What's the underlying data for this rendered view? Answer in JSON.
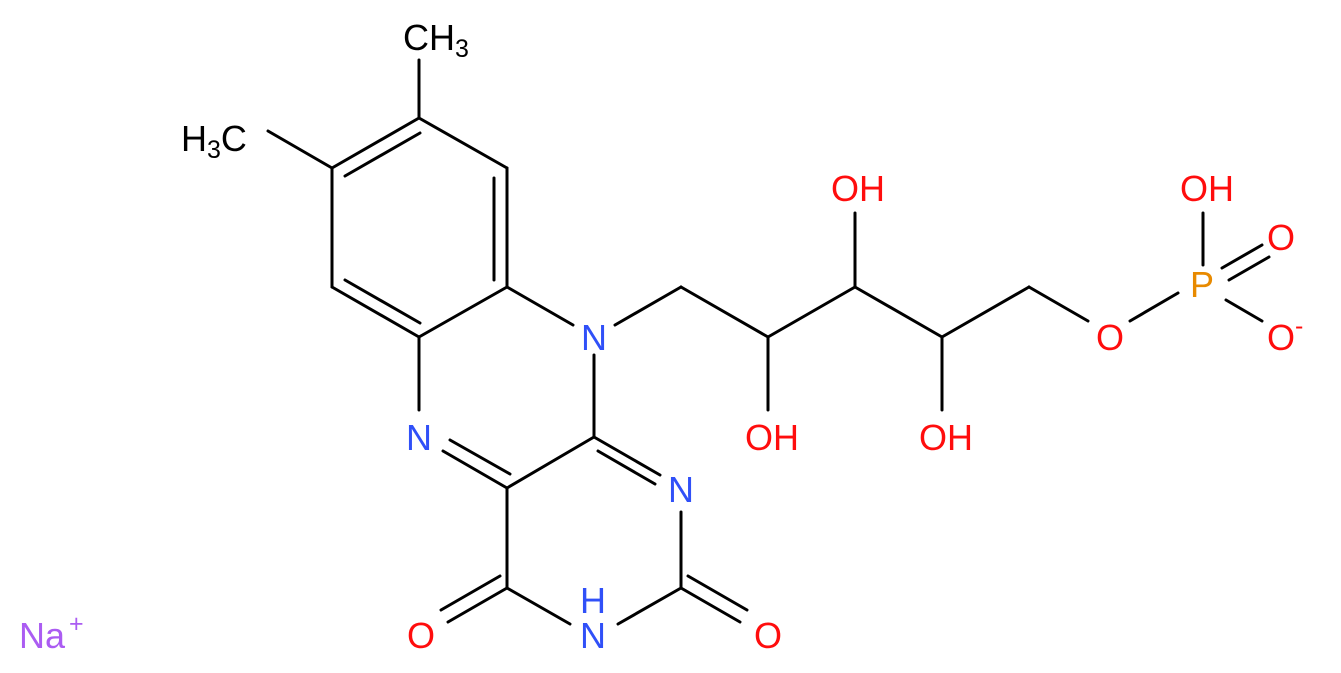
{
  "colors": {
    "carbon_bond": "#000000",
    "nitrogen": "#3050F8",
    "oxygen": "#FF0D0D",
    "phosphorus": "#E88A00",
    "sodium": "#AB5CF2",
    "background": "#FFFFFF"
  },
  "labels": {
    "ch3_top": {
      "main": "CH",
      "sub": "3"
    },
    "h3c_left": {
      "h": "H",
      "sub": "3",
      "c": "C"
    },
    "n_ring_top": "N",
    "n_ring_left": "N",
    "n_ring_right": "N",
    "nh": {
      "n": "N",
      "h": "H"
    },
    "o_keto_left": "O",
    "o_keto_right": "O",
    "oh_upper": "OH",
    "oh_lower_left": "OH",
    "oh_lower_right": "OH",
    "o_ester": "O",
    "p": "P",
    "oh_phosphate": "OH",
    "o_double": "O",
    "o_minus": {
      "o": "O",
      "charge": "-"
    },
    "na": {
      "symbol": "Na",
      "charge": "+"
    }
  }
}
